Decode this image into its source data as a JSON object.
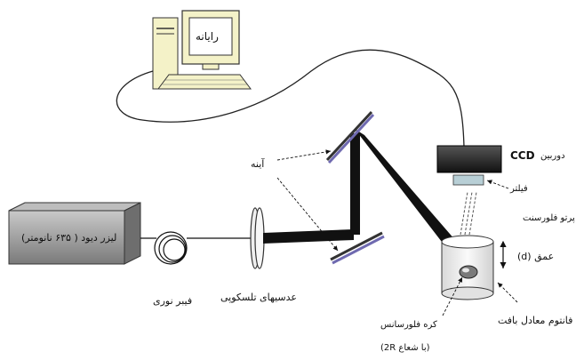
{
  "labels": {
    "computer": "رایانه",
    "ccd": "CCD",
    "ccd_camera": "دوربین",
    "mirror": "آینه",
    "filter": "فیلتر",
    "fluorescence_light": "پرتو فلورسنت",
    "depth": "عمق (d)",
    "laser": "لیزر دیود ( ۶۳۵ نانومتر)",
    "fiber": "فیبر نوری",
    "telescope": "عدسیهای تلسکوپی",
    "phantom": "فانتوم معادل بافت",
    "sphere": "کره فلورسانس",
    "radius": "(با شعاع 2R)"
  },
  "colors": {
    "mirror_accent": "#6f6ab0",
    "beam": "#111111",
    "laser_box": "#8f8f8f",
    "monitor": "#f4f2c8",
    "phantom": "#f0f0f0",
    "filter": "#b8cfd6"
  }
}
